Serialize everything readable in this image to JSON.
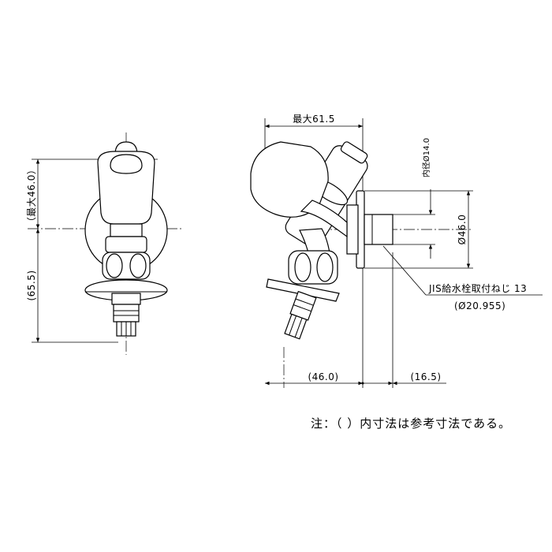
{
  "front_view": {
    "dim_top": "（最大46.0）",
    "dim_bottom": "(65.5)"
  },
  "side_view": {
    "dim_max_width": "最大61.5",
    "dim_inner_diameter": "内径Ø14.0",
    "dim_flange_diameter": "Ø46.0",
    "dim_left": "(46.0)",
    "dim_right": "(16.5)",
    "thread_label": "JIS給水栓取付ねじ 13",
    "thread_size": "(Ø20.955)"
  },
  "note": "注：（ ）内寸法は参考寸法である。"
}
